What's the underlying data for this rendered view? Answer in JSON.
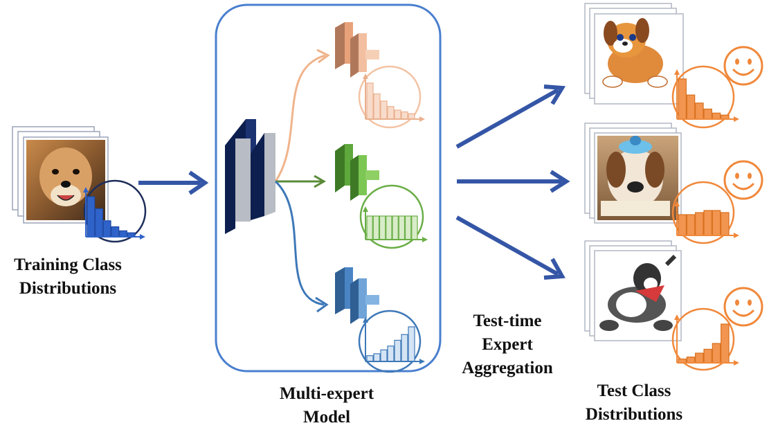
{
  "labels": {
    "training": [
      "Training Class",
      "Distributions"
    ],
    "model": [
      "Multi-expert",
      "Model"
    ],
    "aggregation": [
      "Test-time",
      "Expert",
      "Aggregation"
    ],
    "test": [
      "Test Class",
      "Distributions"
    ]
  },
  "colors": {
    "arrow_blue": "#3556a6",
    "box_border": "#4a7fcf",
    "backbone_dark": "#0d1f4e",
    "backbone_side": "#b8bcc4",
    "expert_orange": "#e8a27a",
    "expert_green": "#5ea83c",
    "expert_blue": "#4a84c4",
    "test_orange": "#f0883a",
    "training_hist": "#2f63c9"
  },
  "distributions": {
    "training": [
      10,
      7,
      4,
      2.5,
      1.5,
      1
    ],
    "expert_forward": [
      10,
      7,
      5,
      3.5,
      2.5,
      2,
      1.5
    ],
    "expert_uniform": [
      5,
      5,
      5,
      5,
      5,
      5,
      5,
      5
    ],
    "expert_backward": [
      1.5,
      2,
      3,
      4,
      5.5,
      7,
      9
    ],
    "test_forward": [
      10,
      6,
      4,
      2.5,
      1.5,
      1
    ],
    "test_uniform": [
      5,
      5,
      5.5,
      6,
      6,
      5.5
    ],
    "test_backward": [
      1,
      1.5,
      2.5,
      3.5,
      5,
      10
    ]
  },
  "icons": [
    "dog-photo",
    "smiley-icon",
    "cartoon-dog",
    "bulldog-photo"
  ]
}
